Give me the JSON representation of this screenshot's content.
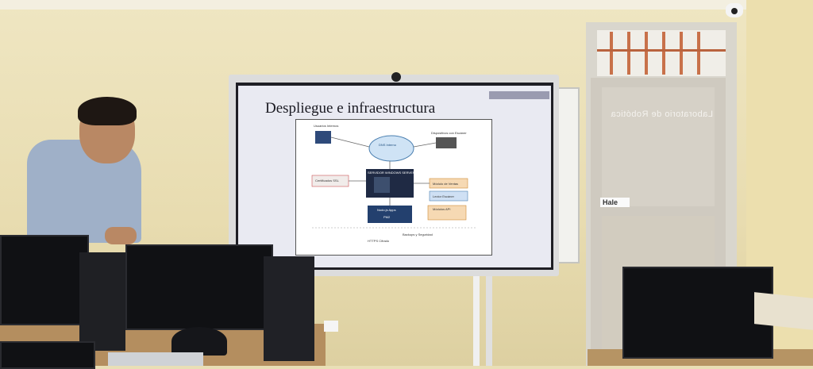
{
  "slide": {
    "title": "Despliegue e infraestructura",
    "diagram_labels": [
      "Usuarios Internos",
      "Dispositivos con Escáner",
      "DNS Interno",
      "SERVIDOR WINDOWS SERVER",
      "Módulo de Ventas",
      "Lector Escáner",
      "Certificados SSL",
      "Nodo.js Apps",
      "PM2",
      "Módulos API",
      "Backups y Seguridad",
      "HTTPS Cifrado"
    ]
  },
  "door": {
    "sign": "Laboratorio de Robótica",
    "plate": "Hale"
  }
}
